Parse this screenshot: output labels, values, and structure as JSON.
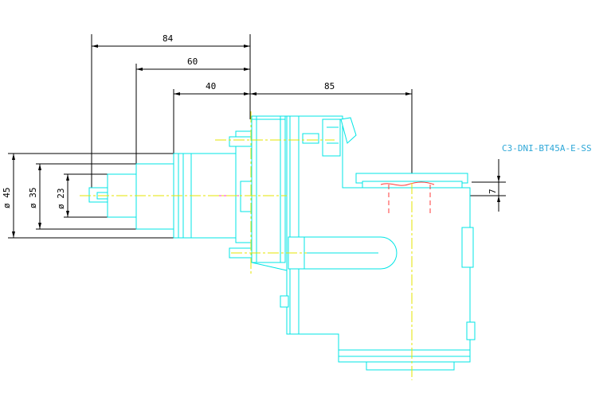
{
  "part_number": "C3-DNI-BT45A-E-SS",
  "dimensions": {
    "d84": "84",
    "d60": "60",
    "d40": "40",
    "d85": "85",
    "d7": "7",
    "dia45": "ø 45",
    "dia35": "ø 35",
    "dia23": "ø 23"
  },
  "colors": {
    "outline": "#00e5e5",
    "centerline": "#e6e600",
    "dimension": "#000000",
    "part_label": "#2fa8d8",
    "hidden": "#ff3a3a"
  }
}
